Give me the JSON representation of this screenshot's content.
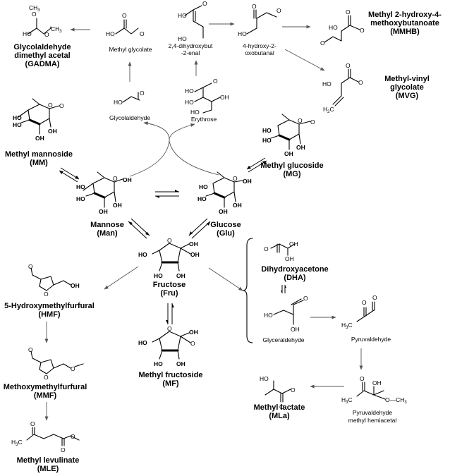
{
  "compounds": {
    "gadma": {
      "line1": "Glycolaldehyde",
      "line2": "dimethyl acetal",
      "line3": "(GADMA)"
    },
    "methyl_glycolate": {
      "name": "Methyl glycolate"
    },
    "dihydroxybutenal": {
      "line1": "2,4-dihydroxybut",
      "line2": "-2-enal"
    },
    "hydroxyoxobutanal": {
      "line1": "4-hydroxy-2-",
      "line2": "oxobutanal"
    },
    "mmhb": {
      "line1": "Methyl 2-hydroxy-4-",
      "line2": "methoxybutanoate",
      "line3": "(MMHB)"
    },
    "mvg": {
      "line1": "Methyl-vinyl",
      "line2": "glycolate",
      "line3": "(MVG)"
    },
    "glycolaldehyde": {
      "name": "Glycolaldehyde"
    },
    "erythrose": {
      "name": "Erythrose"
    },
    "mm": {
      "line1": "Methyl mannoside",
      "line2": "(MM)"
    },
    "mg": {
      "line1": "Methyl glucoside",
      "line2": "(MG)"
    },
    "man": {
      "line1": "Mannose",
      "line2": "(Man)"
    },
    "glu": {
      "line1": "Glucose",
      "line2": "(Glu)"
    },
    "fru": {
      "line1": "Fructose",
      "line2": "(Fru)"
    },
    "dha": {
      "line1": "Dihydroxyacetone",
      "line2": "(DHA)"
    },
    "hmf": {
      "line1": "5-Hydroxymethylfurfural",
      "line2": "(HMF)"
    },
    "glyceraldehyde": {
      "name": "Glyceraldehyde"
    },
    "pyruvaldehyde": {
      "name": "Pyruvaldehyde"
    },
    "mmf": {
      "line1": "Methoxymethylfurfural",
      "line2": "(MMF)"
    },
    "mf": {
      "line1": "Methyl fructoside",
      "line2": "(MF)"
    },
    "pyr_hemiacetal": {
      "line1": "Pyruvaldehyde",
      "line2": "methyl hemiacetal"
    },
    "mla": {
      "line1": "Methyl lactate",
      "line2": "(MLa)"
    },
    "mle": {
      "line1": "Methyl levulinate",
      "line2": "(MLE)"
    }
  },
  "atoms": {
    "OH": "OH",
    "HO": "HO",
    "O": "O",
    "OCH3": "OCH3",
    "CH3": "CH3",
    "H3C": "H3C",
    "H2C": "H2C",
    "OMe": "O"
  }
}
